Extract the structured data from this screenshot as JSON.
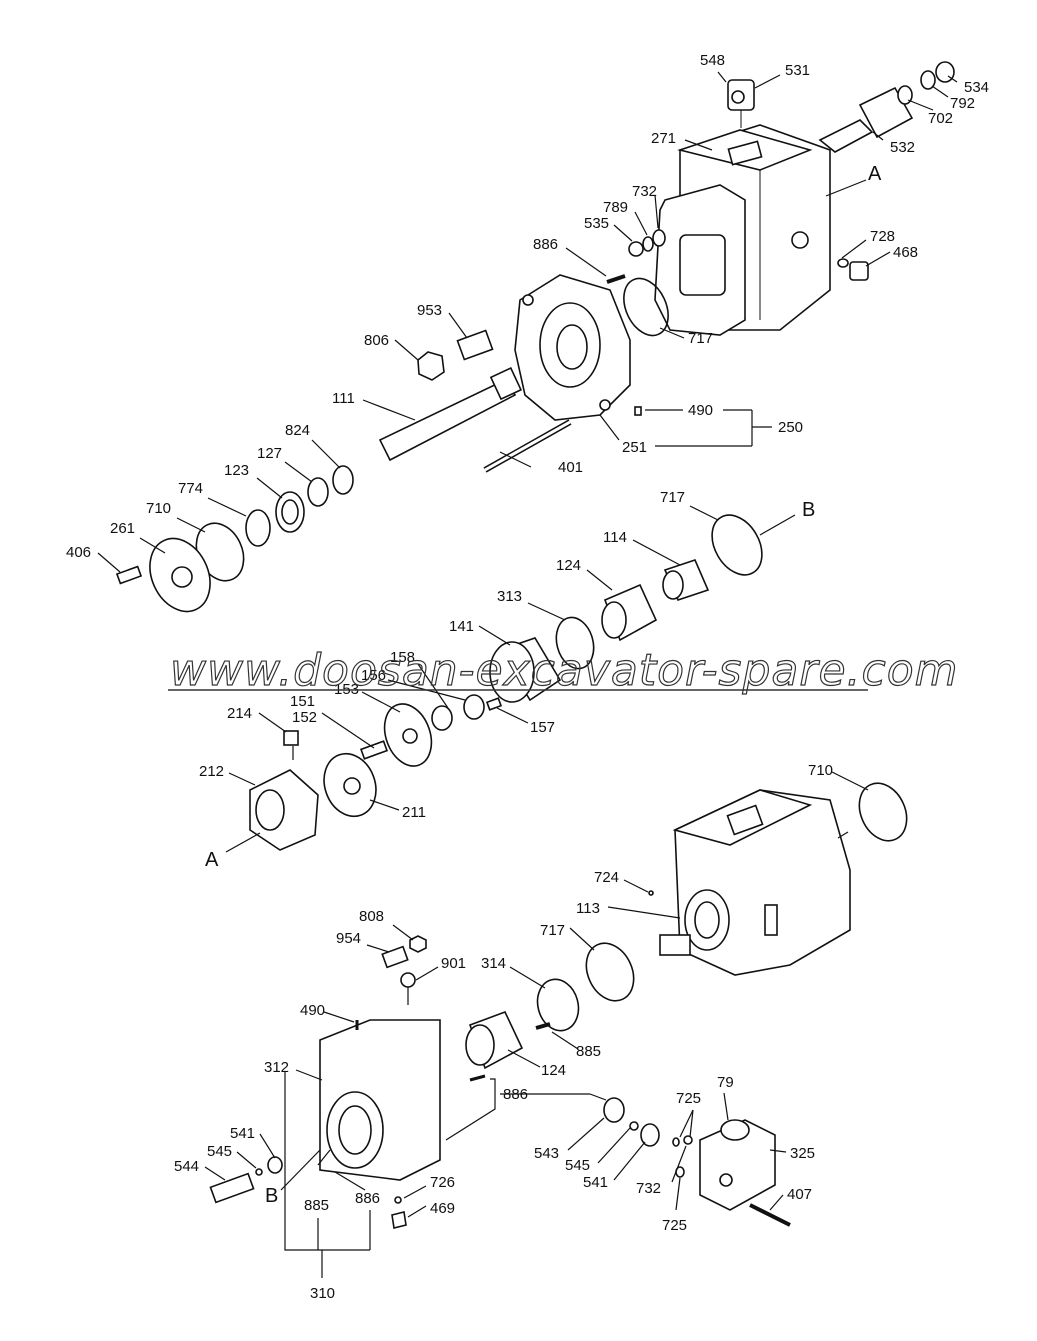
{
  "watermark": "www.doosan-excavator-spare.com",
  "callouts": {
    "A_top": "A",
    "B_top": "B",
    "A_left": "A",
    "B_bottom": "B",
    "p548": "548",
    "p531": "531",
    "p534": "534",
    "p792": "792",
    "p702": "702",
    "p532": "532",
    "p271": "271",
    "p732a": "732",
    "p789": "789",
    "p535": "535",
    "p728": "728",
    "p468": "468",
    "p886a": "886",
    "p953": "953",
    "p717a": "717",
    "p806": "806",
    "p111": "111",
    "p490a": "490",
    "p250": "250",
    "p251": "251",
    "p824": "824",
    "p127": "127",
    "p401": "401",
    "p123": "123",
    "p774": "774",
    "p710a": "710",
    "p261": "261",
    "p406": "406",
    "p717b": "717",
    "p114": "114",
    "p124a": "124",
    "p313": "313",
    "p141": "141",
    "p158": "158",
    "p156": "156",
    "p153": "153",
    "p151": "151",
    "p152": "152",
    "p214": "214",
    "p157": "157",
    "p212": "212",
    "p211": "211",
    "p710b": "710",
    "p724": "724",
    "p113": "113",
    "p808": "808",
    "p954": "954",
    "p901": "901",
    "p717c": "717",
    "p314": "314",
    "p490b": "490",
    "p312": "312",
    "p885a": "885",
    "p124b": "124",
    "p886b": "886",
    "p79": "79",
    "p725a": "725",
    "p325": "325",
    "p541a": "541",
    "p543": "543",
    "p545a": "545",
    "p544": "544",
    "p545b": "545",
    "p541b": "541",
    "p732b": "732",
    "p407": "407",
    "p726": "726",
    "p469": "469",
    "p885b": "885",
    "p886c": "886",
    "p725b": "725",
    "p310": "310"
  }
}
